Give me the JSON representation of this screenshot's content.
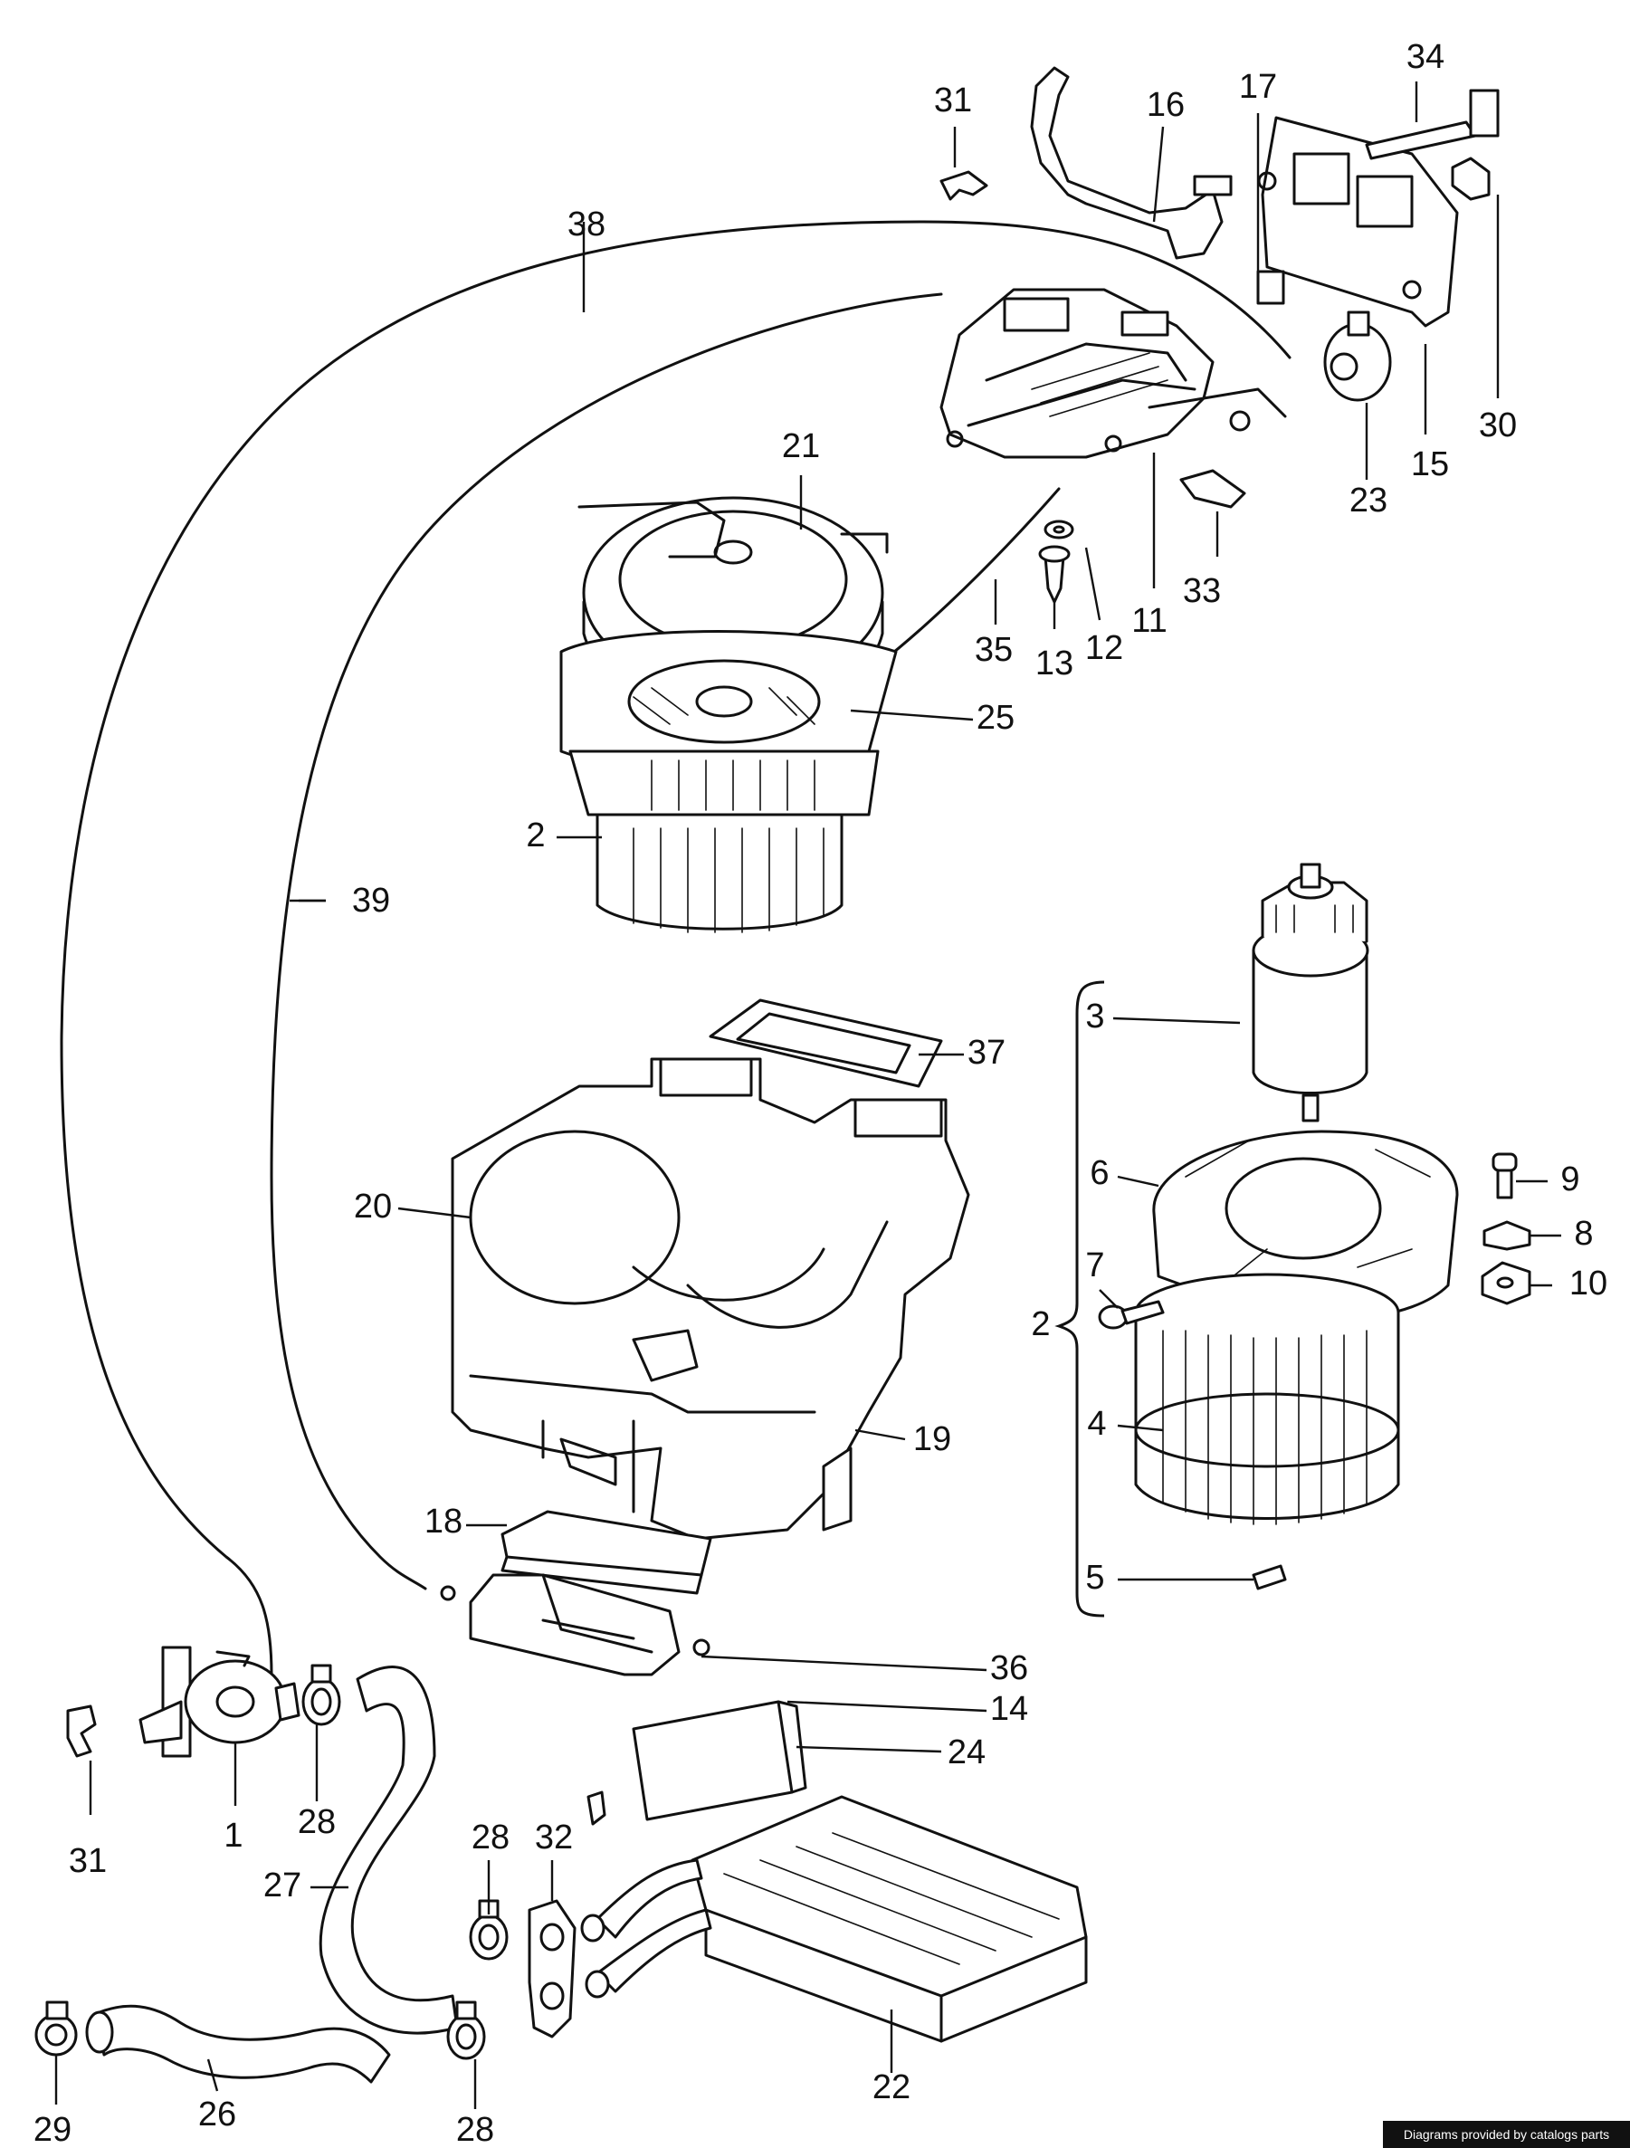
{
  "credit": "Diagrams provided by catalogs parts",
  "callouts": [
    {
      "id": "c1",
      "label": "1"
    },
    {
      "id": "c2a",
      "label": "2"
    },
    {
      "id": "c2b",
      "label": "2"
    },
    {
      "id": "c3",
      "label": "3"
    },
    {
      "id": "c4",
      "label": "4"
    },
    {
      "id": "c5",
      "label": "5"
    },
    {
      "id": "c6",
      "label": "6"
    },
    {
      "id": "c7",
      "label": "7"
    },
    {
      "id": "c8",
      "label": "8"
    },
    {
      "id": "c9",
      "label": "9"
    },
    {
      "id": "c10",
      "label": "10"
    },
    {
      "id": "c11",
      "label": "11"
    },
    {
      "id": "c12",
      "label": "12"
    },
    {
      "id": "c13",
      "label": "13"
    },
    {
      "id": "c14",
      "label": "14"
    },
    {
      "id": "c15",
      "label": "15"
    },
    {
      "id": "c16",
      "label": "16"
    },
    {
      "id": "c17",
      "label": "17"
    },
    {
      "id": "c18",
      "label": "18"
    },
    {
      "id": "c19",
      "label": "19"
    },
    {
      "id": "c20",
      "label": "20"
    },
    {
      "id": "c21",
      "label": "21"
    },
    {
      "id": "c22",
      "label": "22"
    },
    {
      "id": "c23",
      "label": "23"
    },
    {
      "id": "c24",
      "label": "24"
    },
    {
      "id": "c25",
      "label": "25"
    },
    {
      "id": "c26",
      "label": "26"
    },
    {
      "id": "c27",
      "label": "27"
    },
    {
      "id": "c28a",
      "label": "28"
    },
    {
      "id": "c28b",
      "label": "28"
    },
    {
      "id": "c28c",
      "label": "28"
    },
    {
      "id": "c29",
      "label": "29"
    },
    {
      "id": "c30",
      "label": "30"
    },
    {
      "id": "c31a",
      "label": "31"
    },
    {
      "id": "c31b",
      "label": "31"
    },
    {
      "id": "c32",
      "label": "32"
    },
    {
      "id": "c33",
      "label": "33"
    },
    {
      "id": "c34",
      "label": "34"
    },
    {
      "id": "c35",
      "label": "35"
    },
    {
      "id": "c36",
      "label": "36"
    },
    {
      "id": "c37",
      "label": "37"
    },
    {
      "id": "c38",
      "label": "38"
    },
    {
      "id": "c39",
      "label": "39"
    }
  ]
}
